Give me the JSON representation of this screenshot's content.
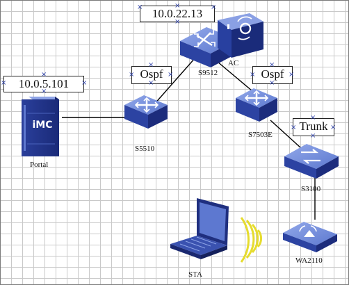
{
  "ip_labels": {
    "core_ip": "10.0.22.13",
    "portal_ip": "10.0.5.101"
  },
  "protocol_labels": {
    "ospf_left": "Ospf",
    "ospf_right": "Ospf",
    "trunk": "Trunk"
  },
  "device_labels": {
    "s9512": "S9512",
    "ac": "AC",
    "s5510": "S5510",
    "s7503e": "S7503E",
    "portal": "Portal",
    "s3100": "S3100",
    "wa2110": "WA2110",
    "sta": "STA"
  },
  "imc_logo_text": "iMC",
  "colors": {
    "device_blue": "#3a55b8",
    "device_top": "#7f97dd",
    "link": "#000000",
    "wifi_wave": "#e6dc2e",
    "grid": "#c9c9c9"
  }
}
